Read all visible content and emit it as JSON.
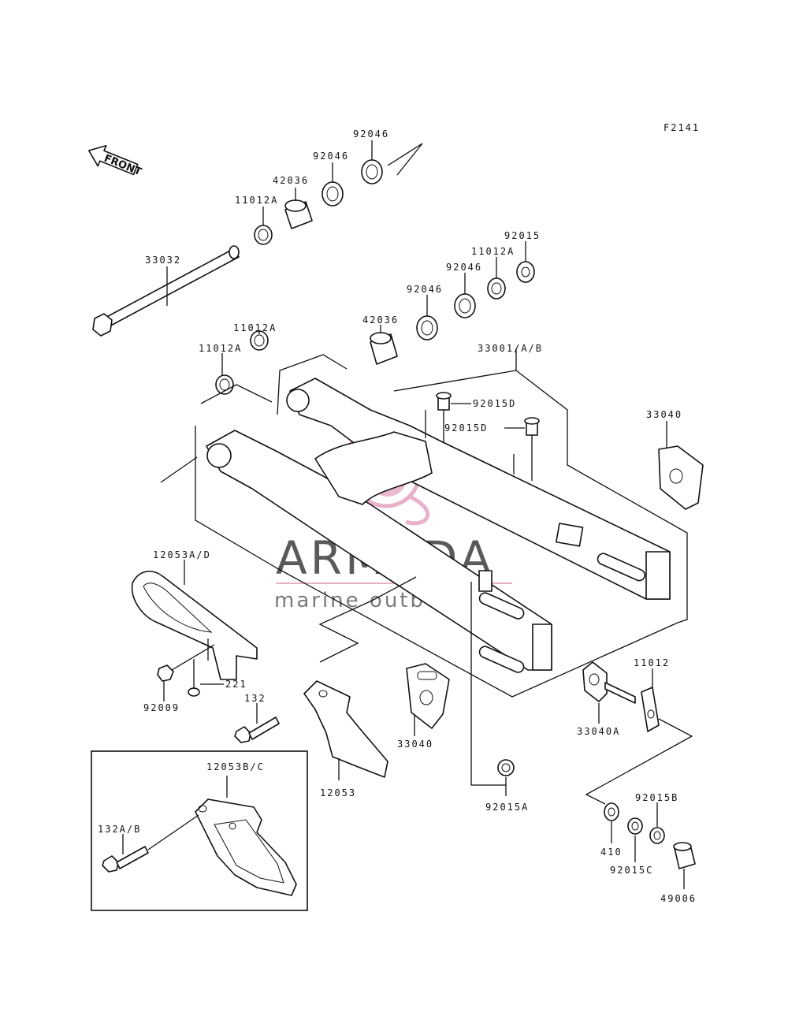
{
  "figure_code": "F2141",
  "front_label": "FRONT",
  "watermark": {
    "title": "ARMADA",
    "subtitle": "marine outboards",
    "accent_color": "#e6a8c4",
    "text_color": "#5a5a5a"
  },
  "parts": [
    {
      "id": "92046_top",
      "label": "92046"
    },
    {
      "id": "92046_b",
      "label": "92046"
    },
    {
      "id": "42036_top",
      "label": "42036"
    },
    {
      "id": "11012A_top",
      "label": "11012A"
    },
    {
      "id": "33032",
      "label": "33032"
    },
    {
      "id": "92015",
      "label": "92015"
    },
    {
      "id": "11012A_r",
      "label": "11012A"
    },
    {
      "id": "92046_r1",
      "label": "92046"
    },
    {
      "id": "92046_r2",
      "label": "92046"
    },
    {
      "id": "42036_mid",
      "label": "42036"
    },
    {
      "id": "11012A_m1",
      "label": "11012A"
    },
    {
      "id": "11012A_m2",
      "label": "11012A"
    },
    {
      "id": "33001",
      "label": "33001/A/B"
    },
    {
      "id": "92015D_1",
      "label": "92015D"
    },
    {
      "id": "92015D_2",
      "label": "92015D"
    },
    {
      "id": "33040_r",
      "label": "33040"
    },
    {
      "id": "12053AD",
      "label": "12053A/D"
    },
    {
      "id": "221",
      "label": "221"
    },
    {
      "id": "92009",
      "label": "92009"
    },
    {
      "id": "132",
      "label": "132"
    },
    {
      "id": "33040_c",
      "label": "33040"
    },
    {
      "id": "12053",
      "label": "12053"
    },
    {
      "id": "11012",
      "label": "11012"
    },
    {
      "id": "33040A",
      "label": "33040A"
    },
    {
      "id": "92015A",
      "label": "92015A"
    },
    {
      "id": "92015B",
      "label": "92015B"
    },
    {
      "id": "410",
      "label": "410"
    },
    {
      "id": "92015C",
      "label": "92015C"
    },
    {
      "id": "49006",
      "label": "49006"
    },
    {
      "id": "12053BC",
      "label": "12053B/C"
    },
    {
      "id": "132AB",
      "label": "132A/B"
    }
  ]
}
